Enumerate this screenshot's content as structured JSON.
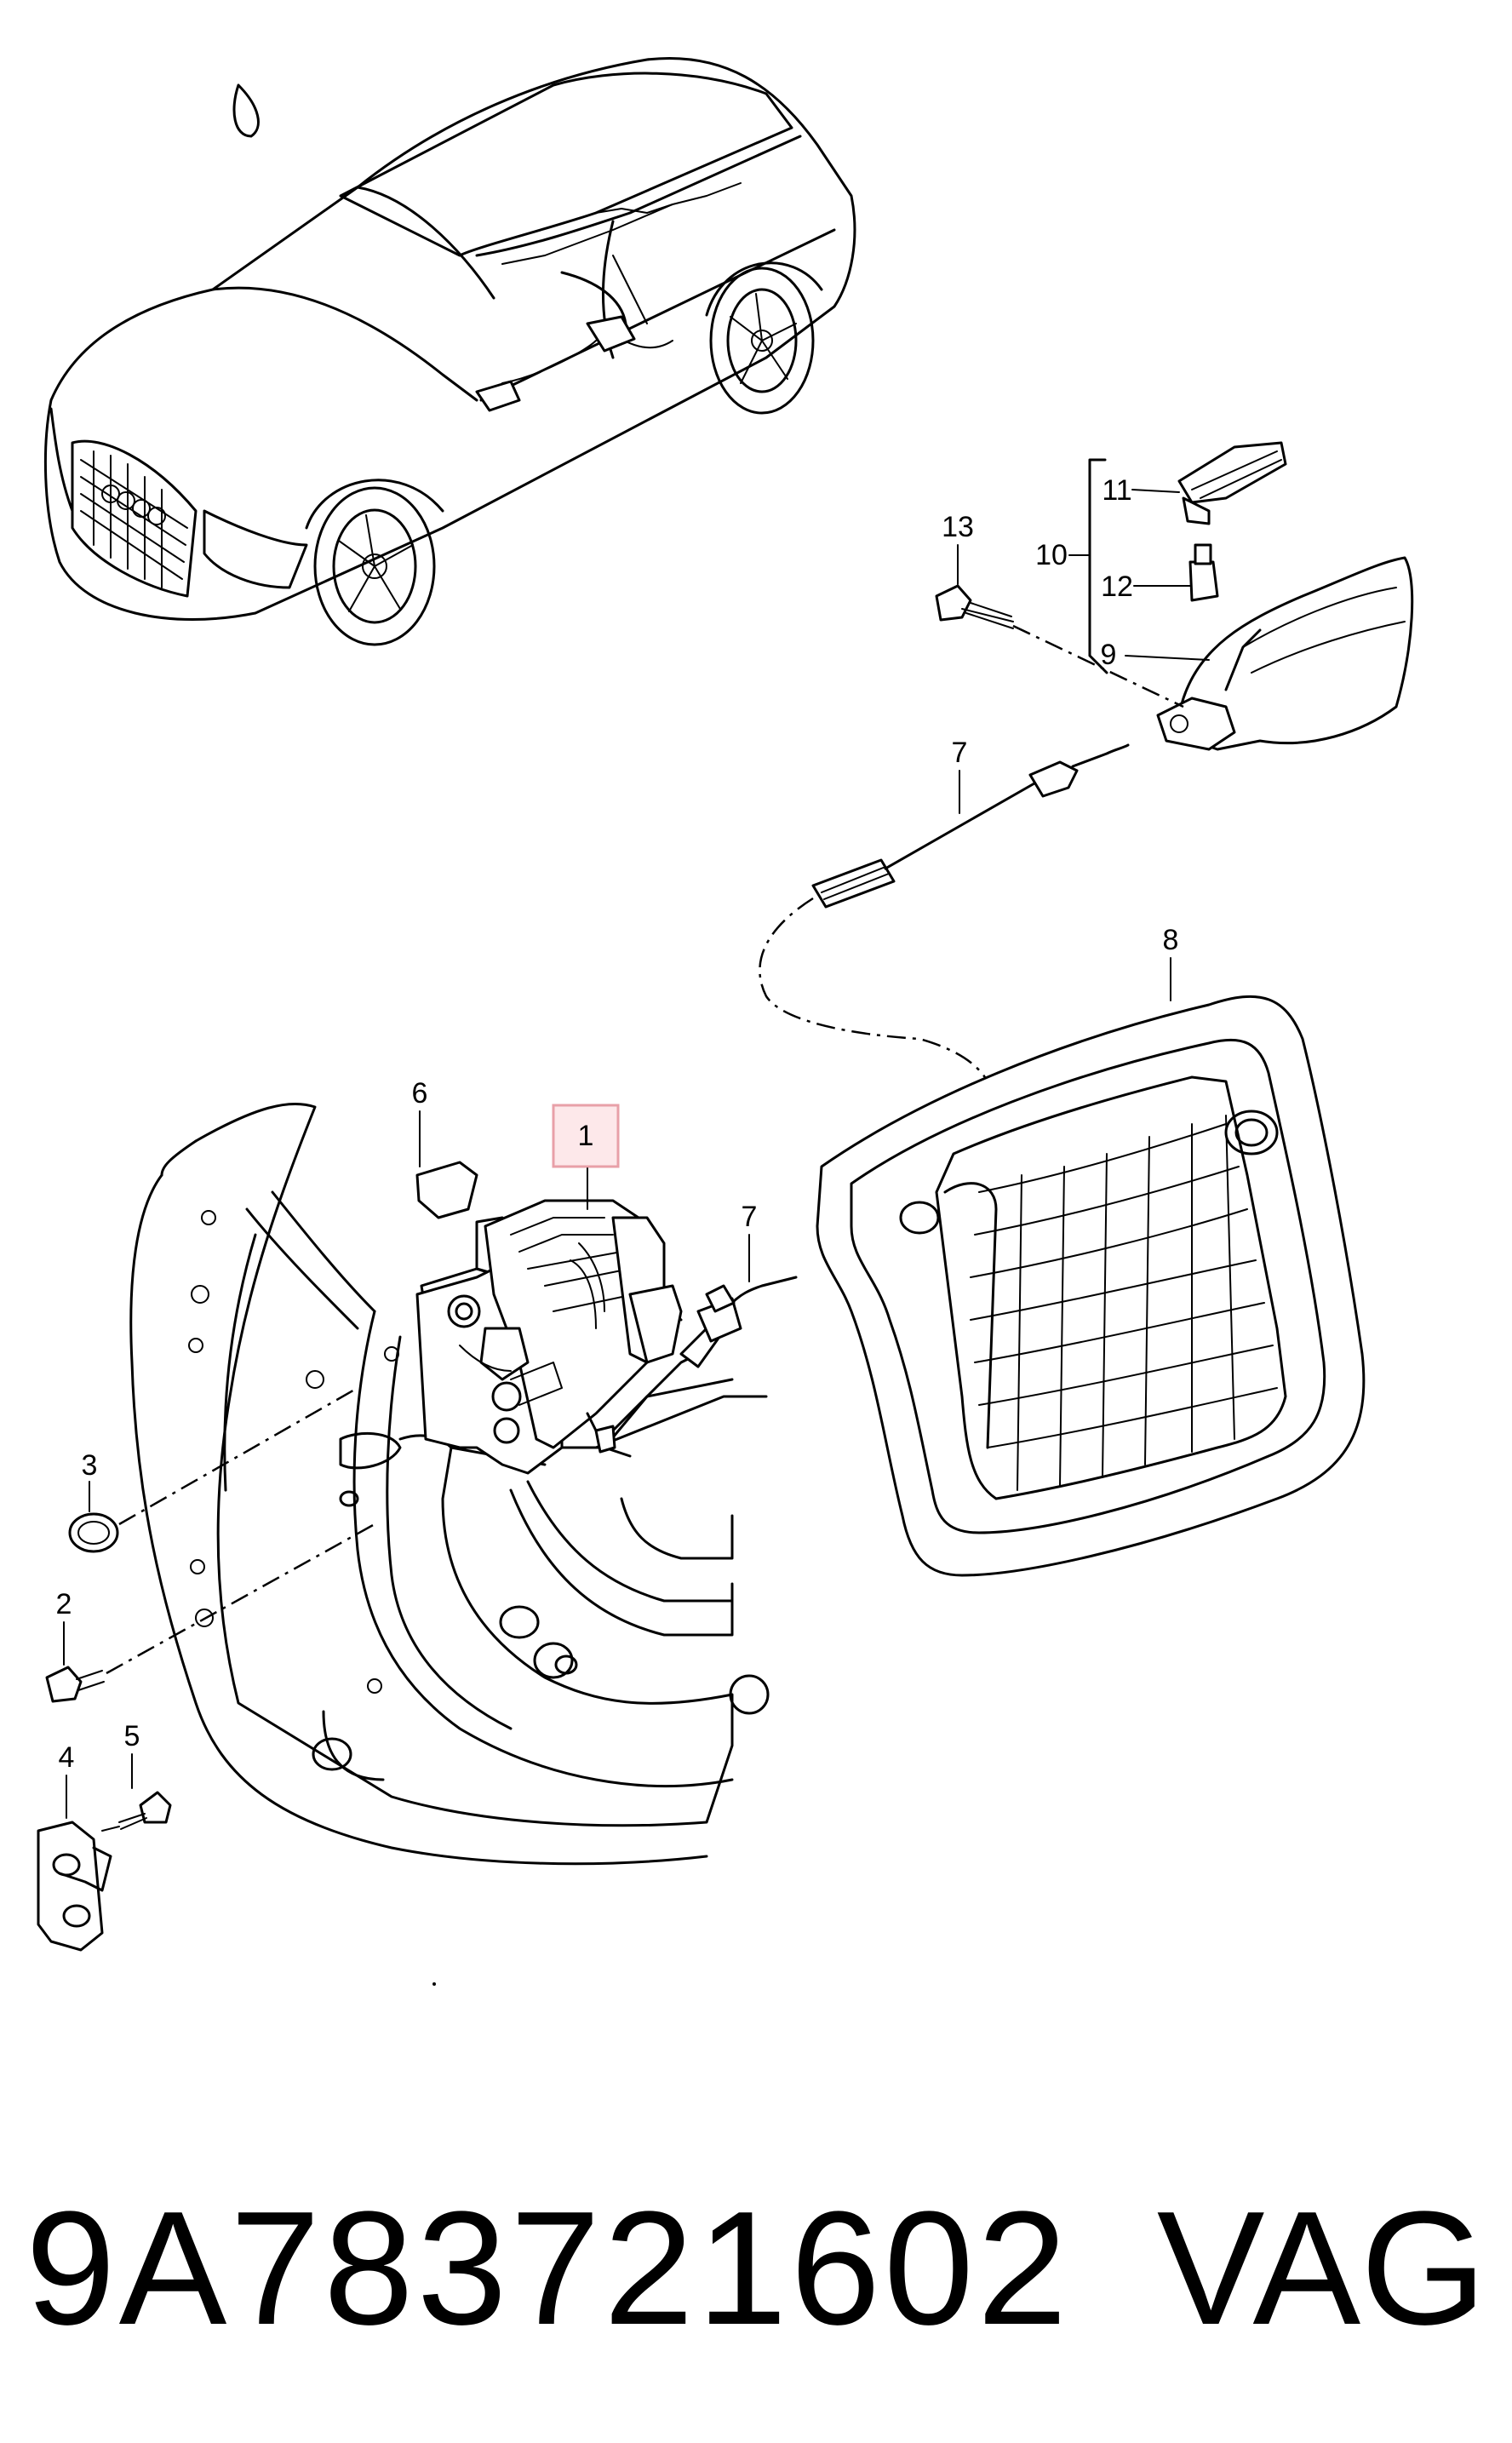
{
  "callouts": {
    "c1": "1",
    "c2": "2",
    "c3": "3",
    "c4": "4",
    "c5": "5",
    "c6": "6",
    "c7a": "7",
    "c7b": "7",
    "c8": "8",
    "c9": "9",
    "c10": "10",
    "c11": "11",
    "c12": "12",
    "c13": "13"
  },
  "highlight_color": "#e8a0a8",
  "footer": {
    "part_number": "9A783721602",
    "brand": "VAG"
  }
}
